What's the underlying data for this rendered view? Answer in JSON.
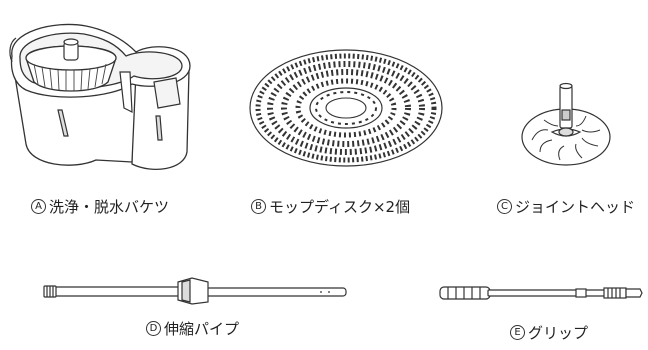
{
  "parts": [
    {
      "letter": "A",
      "name": "洗浄・脱水バケツ",
      "icon": "bucket-icon"
    },
    {
      "letter": "B",
      "name": "モップディスク×2個",
      "icon": "mop-disc-icon"
    },
    {
      "letter": "C",
      "name": "ジョイントヘッド",
      "icon": "joint-head-icon"
    },
    {
      "letter": "D",
      "name": "伸縮パイプ",
      "icon": "telescopic-pipe-icon"
    },
    {
      "letter": "E",
      "name": "グリップ",
      "icon": "grip-icon"
    }
  ]
}
